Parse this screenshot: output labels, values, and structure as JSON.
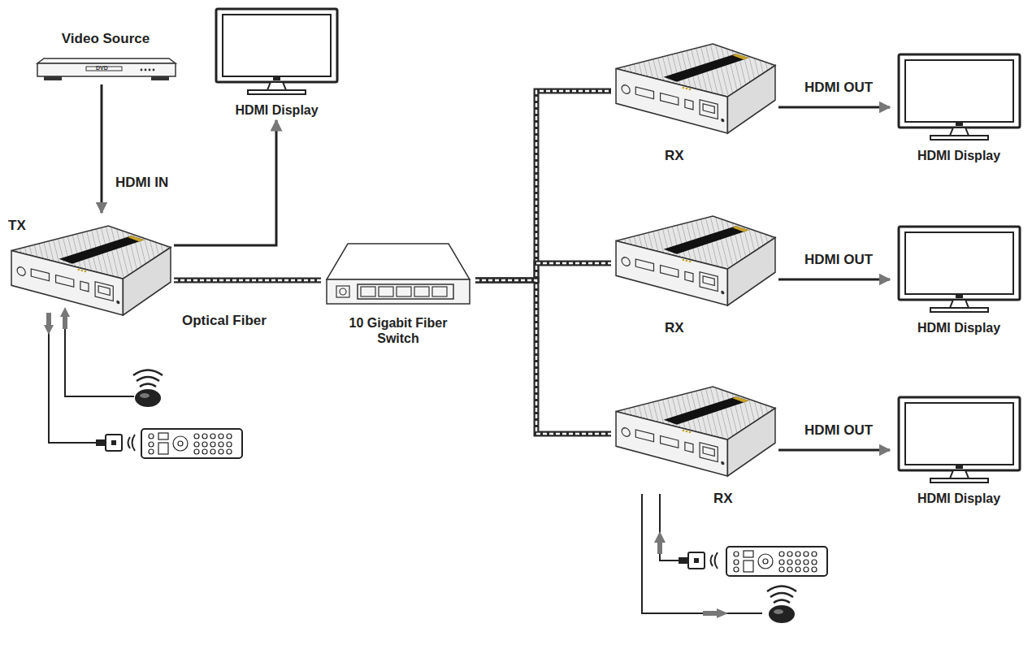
{
  "diagram": {
    "nodes": [
      {
        "text": [
          "Video Source"
        ]
      },
      {
        "text": [
          "HDMI Display"
        ]
      },
      {
        "text": [
          "TX"
        ]
      },
      {
        "text": [
          "10 Gigabit Fiber Switch"
        ]
      },
      {
        "text": [
          "RX"
        ]
      },
      {
        "text": [
          "HDMI Display"
        ]
      },
      {
        "text": [
          "RX"
        ]
      },
      {
        "text": [
          "HDMI Display"
        ]
      },
      {
        "text": [
          "RX"
        ]
      },
      {
        "text": [
          "HDMI Display"
        ]
      }
    ],
    "edges": [
      {
        "from": 0,
        "to": 2,
        "label": "HDMI IN",
        "arrow": "to"
      },
      {
        "from": 2,
        "to": 1,
        "arrow": "to"
      },
      {
        "from": 2,
        "to": 3,
        "label": "Optical Fiber",
        "arrow": "none"
      },
      {
        "from": 3,
        "to": 4,
        "arrow": "none"
      },
      {
        "from": 3,
        "to": 6,
        "arrow": "none"
      },
      {
        "from": 3,
        "to": 8,
        "arrow": "none"
      },
      {
        "from": 4,
        "to": 5,
        "label": "HDMI OUT",
        "arrow": "to"
      },
      {
        "from": 6,
        "to": 7,
        "label": "HDMI OUT",
        "arrow": "to"
      },
      {
        "from": 8,
        "to": 9,
        "label": "HDMI OUT",
        "arrow": "to"
      }
    ],
    "labels": [
      "DVD"
    ]
  }
}
